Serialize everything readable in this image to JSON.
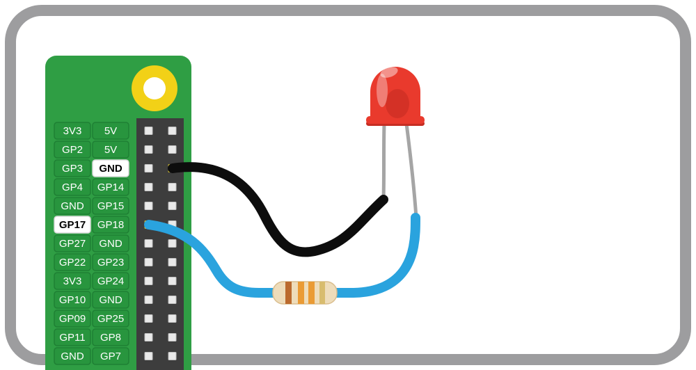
{
  "pins": {
    "rows": [
      {
        "left": "3V3",
        "right": "5V"
      },
      {
        "left": "GP2",
        "right": "5V"
      },
      {
        "left": "GP3",
        "right": "GND"
      },
      {
        "left": "GP4",
        "right": "GP14"
      },
      {
        "left": "GND",
        "right": "GP15"
      },
      {
        "left": "GP17",
        "right": "GP18"
      },
      {
        "left": "GP27",
        "right": "GND"
      },
      {
        "left": "GP22",
        "right": "GP23"
      },
      {
        "left": "3V3",
        "right": "GP24"
      },
      {
        "left": "GP10",
        "right": "GND"
      },
      {
        "left": "GP09",
        "right": "GP25"
      },
      {
        "left": "GP11",
        "right": "GP8"
      },
      {
        "left": "GND",
        "right": "GP7"
      }
    ],
    "highlighted_labels": [
      "GND",
      "GP17"
    ]
  },
  "board": {
    "color": "#2f9e44",
    "label_color": "#28953e",
    "header_color": "#3d3d3d",
    "mount_hole_color": "#f2d117"
  },
  "wires": {
    "ground_color": "#0d0d0d",
    "signal_color": "#2aa3de",
    "connected_pin_color": "#f2e34c"
  },
  "led": {
    "color": "#e93a2d",
    "flange_shadow_color": "#c62d22",
    "leg_color": "#a5a5a5"
  },
  "resistor": {
    "body_color": "#eedcba",
    "band_colors": [
      "#bb6a2e",
      "#ea9b35",
      "#ea9b35",
      "#d8bc6e"
    ]
  },
  "frame": {
    "border_color": "#9d9d9f"
  }
}
